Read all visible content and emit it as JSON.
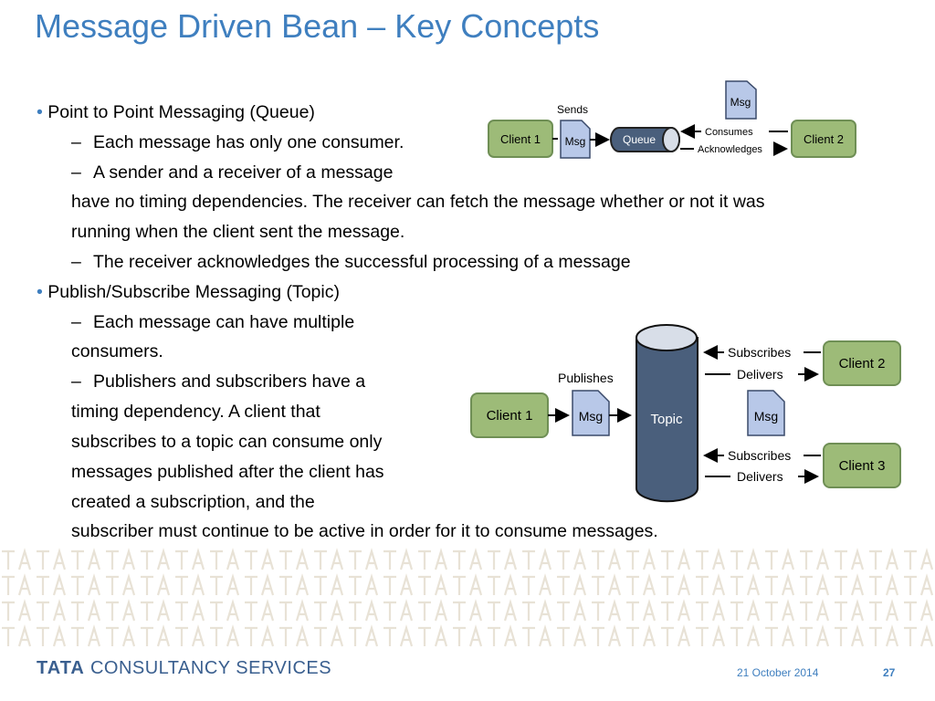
{
  "slide": {
    "title": "Message Driven Bean – Key Concepts",
    "bullets": [
      {
        "bullet": "•",
        "text": "Point to Point Messaging (Queue)"
      },
      {
        "dash": "–",
        "text": "Each message has only one consumer."
      },
      {
        "dash": "–",
        "text": "A sender and a receiver of a message"
      },
      {
        "text": "have no timing dependencies. The receiver can fetch the message whether or not it was"
      },
      {
        "text": "running when the client sent the message."
      },
      {
        "dash": "–",
        "text": "The receiver acknowledges the successful processing of a message"
      },
      {
        "bullet": "•",
        "text": "Publish/Subscribe Messaging (Topic)"
      },
      {
        "dash": "–",
        "text": "Each message can have multiple"
      },
      {
        "text": "consumers."
      },
      {
        "dash": "–",
        "text": "Publishers and subscribers have a"
      },
      {
        "text": "timing dependency. A client that"
      },
      {
        "text": "subscribes to a topic can consume only"
      },
      {
        "text": "messages published after the client has"
      },
      {
        "text": "created a subscription, and the"
      },
      {
        "text": "subscriber must continue to be active in order for it to consume messages."
      }
    ]
  },
  "queue_diagram": {
    "client1": "Client 1",
    "sends": "Sends",
    "msg": "Msg",
    "queue": "Queue",
    "msg_top": "Msg",
    "consumes": "Consumes",
    "acknowledges": "Acknowledges",
    "client2": "Client 2"
  },
  "topic_diagram": {
    "client1": "Client 1",
    "publishes": "Publishes",
    "msg": "Msg",
    "topic": "Topic",
    "msg_right": "Msg",
    "subscribes_a": "Subscribes",
    "delivers_a": "Delivers",
    "client2": "Client 2",
    "subscribes_b": "Subscribes",
    "delivers_b": "Delivers",
    "client3": "Client 3"
  },
  "footer": {
    "logo_tata": "TATA",
    "logo_rest": "CONSULTANCY SERVICES",
    "date": "21 October 2014",
    "page": "27"
  },
  "colors": {
    "accent": "#3f7fbf",
    "client_fill": "#9dbb78",
    "msg_fill": "#b8c8e8",
    "topic_fill": "#4a5f7c"
  }
}
